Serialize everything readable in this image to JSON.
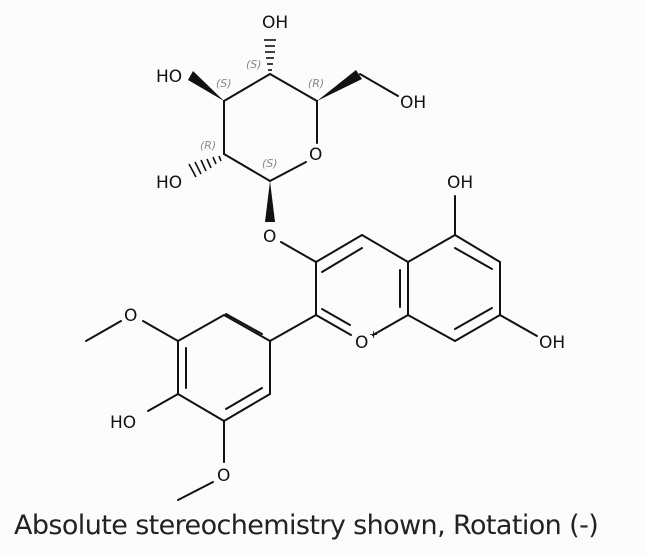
{
  "figure": {
    "type": "chemical-structure",
    "caption": "Absolute stereochemistry shown, Rotation (-)",
    "atom_labels": {
      "oh_top": "OH",
      "ho_upper_left": "HO",
      "ch2oh": "OH",
      "ring_o_sugar": "O",
      "ho_lower_left": "HO",
      "glycosidic_o": "O",
      "oh_c5": "OH",
      "oxonium_o": "O",
      "oxonium_charge": "+",
      "oh_c7": "OH",
      "methoxy_o_upper": "O",
      "ho_phenol": "HO",
      "methoxy_o_lower": "O"
    },
    "stereo_labels": {
      "c_top": "(S)",
      "c_upper_left": "(S)",
      "c_upper_right": "(R)",
      "c_lower_left": "(R)",
      "c_anomeric": "(S)"
    }
  }
}
